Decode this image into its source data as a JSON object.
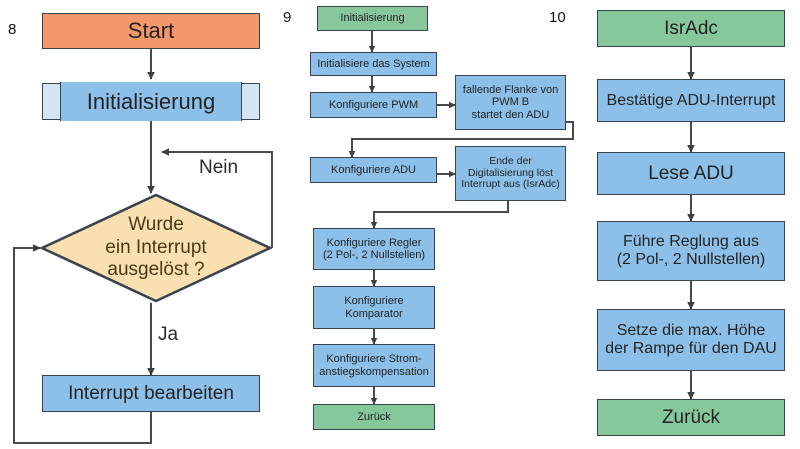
{
  "diagram": {
    "title": "Drei Programmablaufplaene: Hauptprogramm, Initialisierung und IsrAdc",
    "colors": {
      "orange": "#F4986B",
      "blue": "#8CC0E8",
      "green": "#87C79C",
      "pale_blue": "#D3E6F2",
      "tan": "#FAE0B0",
      "stroke": "#3a4450",
      "wire": "#4a4a4a",
      "background": "#ffffff"
    },
    "panels": [
      {
        "number": "8",
        "name": "hauptprogramm",
        "nodes": [
          {
            "id": "start",
            "label": "Start",
            "shape": "process",
            "fill": "orange"
          },
          {
            "id": "initialisierung",
            "label": "Initialisierung",
            "shape": "predefined-process",
            "fill": "blue"
          },
          {
            "id": "decision",
            "label": "Wurde\nein Interrupt\nausgelöst ?",
            "shape": "decision",
            "fill": "tan"
          },
          {
            "id": "bearbeiten",
            "label": "Interrupt bearbeiten",
            "shape": "process",
            "fill": "blue"
          }
        ],
        "edge_labels": [
          {
            "id": "nein",
            "label": "Nein"
          },
          {
            "id": "ja",
            "label": "Ja"
          }
        ]
      },
      {
        "number": "9",
        "name": "initialisierung",
        "nodes": [
          {
            "id": "init-start",
            "label": "Initialisierung",
            "shape": "terminator",
            "fill": "green"
          },
          {
            "id": "init-system",
            "label": "Initialisiere das System",
            "shape": "process",
            "fill": "blue"
          },
          {
            "id": "konf-pwm",
            "label": "Konfiguriere PWM",
            "shape": "process",
            "fill": "blue"
          },
          {
            "id": "note-pwm",
            "label": "fallende Flanke von\nPWM B\nstartet den ADU",
            "shape": "note",
            "fill": "blue"
          },
          {
            "id": "konf-adu",
            "label": "Konfiguriere ADU",
            "shape": "process",
            "fill": "blue"
          },
          {
            "id": "note-adu",
            "label": "Ende der\nDigitalisierung löst\nInterrupt aus (IsrAdc)",
            "shape": "note",
            "fill": "blue"
          },
          {
            "id": "konf-regler",
            "label": "Konfiguriere Regler\n(2 Pol-, 2 Nullstellen)",
            "shape": "process",
            "fill": "blue"
          },
          {
            "id": "konf-komp",
            "label": "Konfiguriere\nKomparator",
            "shape": "process",
            "fill": "blue"
          },
          {
            "id": "konf-strom",
            "label": "Konfiguriere Strom-\nanstiegskompensation",
            "shape": "process",
            "fill": "blue"
          },
          {
            "id": "zurueck",
            "label": "Zurück",
            "shape": "terminator",
            "fill": "green"
          }
        ]
      },
      {
        "number": "10",
        "name": "isradc",
        "nodes": [
          {
            "id": "isradc",
            "label": "IsrAdc",
            "shape": "terminator",
            "fill": "green"
          },
          {
            "id": "bestaetige",
            "label": "Bestätige ADU-Interrupt",
            "shape": "process",
            "fill": "blue"
          },
          {
            "id": "lese-adu",
            "label": "Lese ADU",
            "shape": "process",
            "fill": "blue"
          },
          {
            "id": "fuehre",
            "label": "Führe Reglung aus\n(2 Pol-, 2 Nullstellen)",
            "shape": "process",
            "fill": "blue"
          },
          {
            "id": "setze",
            "label": "Setze die max. Höhe\nder Rampe für den DAU",
            "shape": "process",
            "fill": "blue"
          },
          {
            "id": "zurueck",
            "label": "Zurück",
            "shape": "terminator",
            "fill": "green"
          }
        ]
      }
    ]
  },
  "p8": {
    "number": "8",
    "start": "Start",
    "initialisierung": "Initialisierung",
    "decision_l1": "Wurde",
    "decision_l2": "ein Interrupt",
    "decision_l3": "ausgelöst ?",
    "nein": "Nein",
    "ja": "Ja",
    "bearbeiten": "Interrupt bearbeiten"
  },
  "p9": {
    "number": "9",
    "init_start": "Initialisierung",
    "init_system": "Initialisiere das System",
    "konf_pwm": "Konfiguriere PWM",
    "note_pwm_l1": "fallende Flanke von",
    "note_pwm_l2": "PWM B",
    "note_pwm_l3": "startet den ADU",
    "konf_adu": "Konfiguriere ADU",
    "note_adu_l1": "Ende der",
    "note_adu_l2": "Digitalisierung löst",
    "note_adu_l3": "Interrupt aus (IsrAdc)",
    "konf_regler_l1": "Konfiguriere Regler",
    "konf_regler_l2": "(2 Pol-, 2 Nullstellen)",
    "konf_komp_l1": "Konfiguriere",
    "konf_komp_l2": "Komparator",
    "konf_strom_l1": "Konfiguriere Strom-",
    "konf_strom_l2": "anstiegskompensation",
    "zurueck": "Zurück"
  },
  "p10": {
    "number": "10",
    "isradc": "IsrAdc",
    "bestaetige": "Bestätige ADU-Interrupt",
    "lese_adu": "Lese ADU",
    "fuehre_l1": "Führe Reglung aus",
    "fuehre_l2": "(2 Pol-, 2 Nullstellen)",
    "setze_l1": "Setze die max. Höhe",
    "setze_l2": "der Rampe für den DAU",
    "zurueck": "Zurück"
  }
}
